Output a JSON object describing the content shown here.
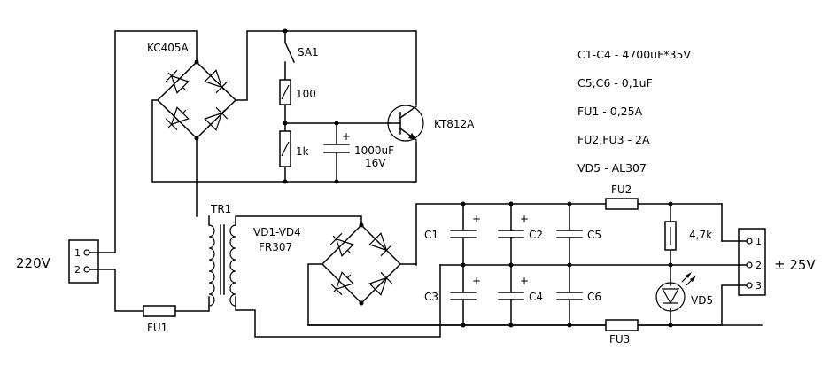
{
  "title": "",
  "notes": [
    "C1-C4 - 4700uF*35V",
    "C5,C6 - 0,1uF",
    "FU1 - 0,25A",
    "FU2,FU3 - 2A",
    "VD5 - AL307"
  ],
  "labels": {
    "input_voltage": "220V",
    "output_voltage": "± 25V",
    "bridge_small": "KC405A",
    "switch": "SA1",
    "resistor_100": "100",
    "resistor_1k": "1k",
    "cap_aux": "1000uF",
    "cap_aux_v": "16V",
    "transistor": "KT812A",
    "transformer": "TR1",
    "main_bridge": "VD1-VD4",
    "main_bridge_type": "FR307",
    "c1": "C1",
    "c2": "C2",
    "c3": "C3",
    "c4": "C4",
    "c5": "C5",
    "c6": "C6",
    "fu1": "FU1",
    "fu2": "FU2",
    "fu3": "FU3",
    "led_res": "4,7k",
    "led": "VD5",
    "plus": "+"
  },
  "connectors": {
    "input_pins": [
      "1",
      "2"
    ],
    "output_pins": [
      "1",
      "2",
      "3"
    ]
  }
}
